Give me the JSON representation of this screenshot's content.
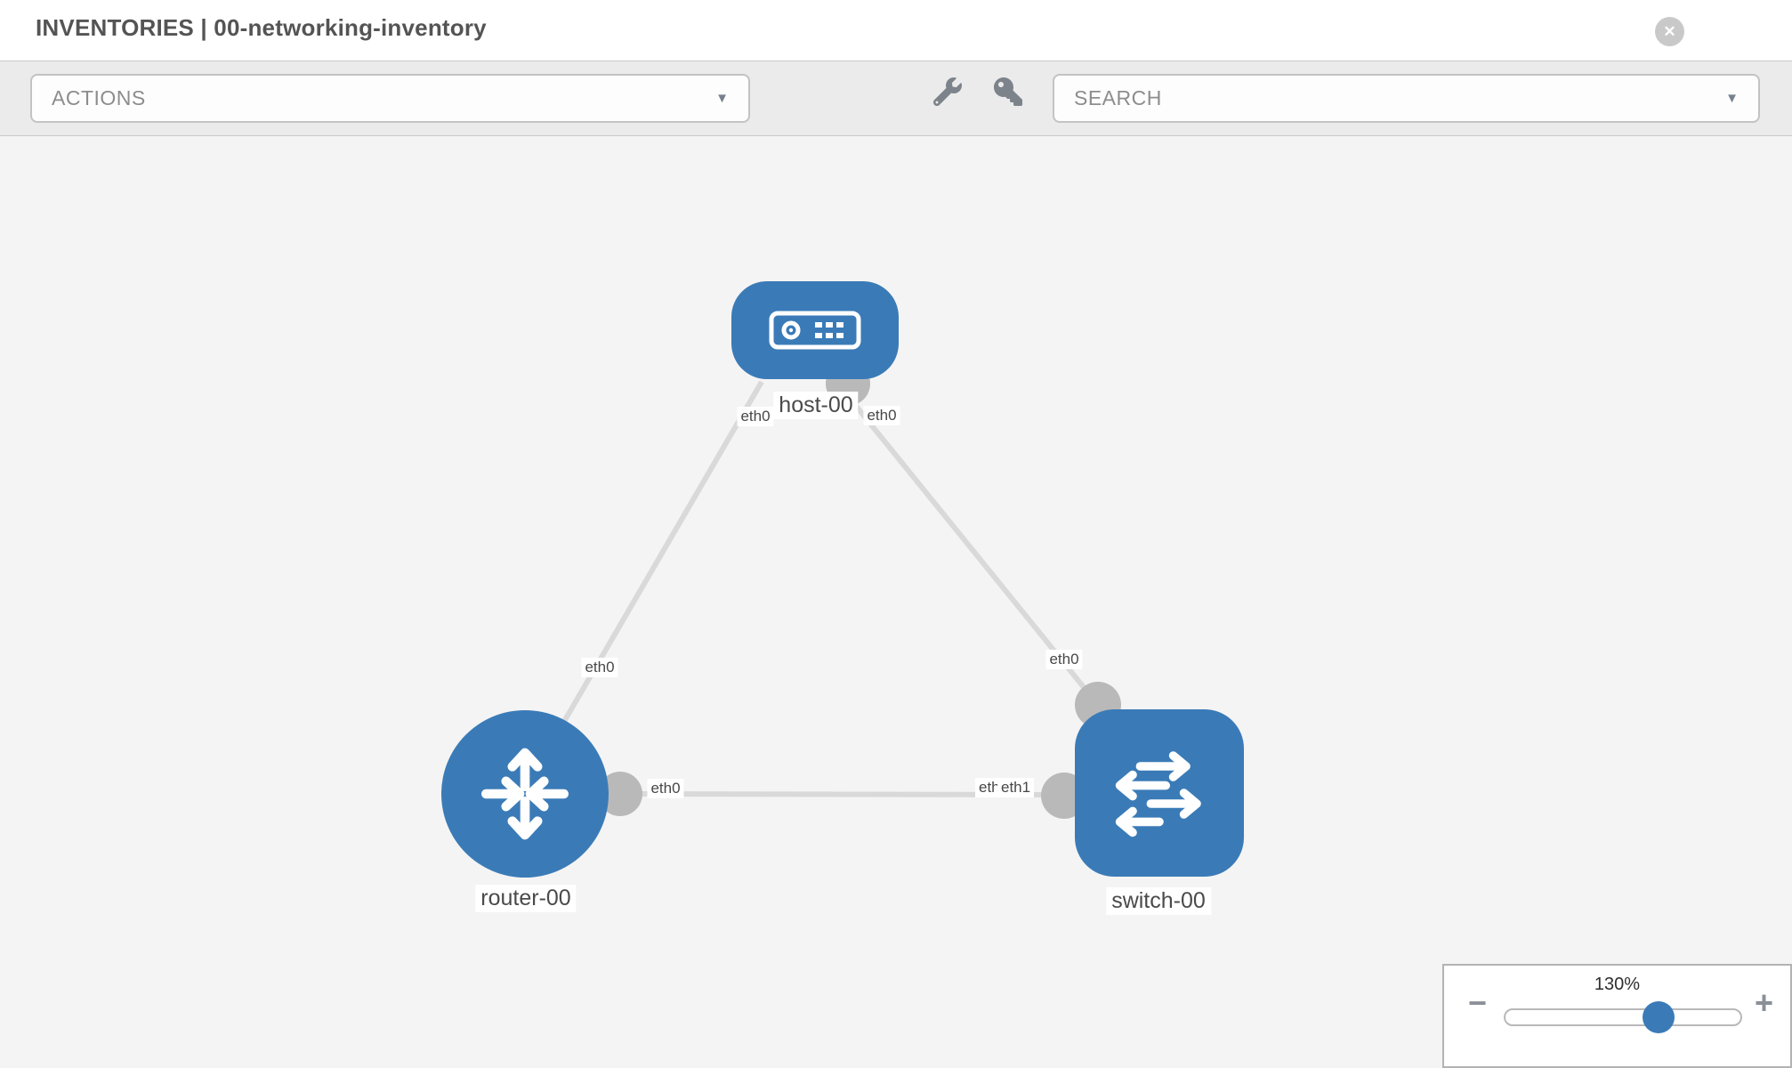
{
  "header": {
    "title": "INVENTORIES | 00-networking-inventory",
    "close_label": "✕"
  },
  "toolbar": {
    "actions_label": "ACTIONS",
    "search_label": "SEARCH",
    "caret": "▼"
  },
  "topology": {
    "nodes": [
      {
        "id": "host-00",
        "type": "host",
        "label": "host-00"
      },
      {
        "id": "router-00",
        "type": "router",
        "label": "router-00"
      },
      {
        "id": "switch-00",
        "type": "switch",
        "label": "switch-00"
      }
    ],
    "links": [
      {
        "from": "host-00",
        "to": "router-00",
        "from_interface": "eth0",
        "to_interface": "eth0"
      },
      {
        "from": "host-00",
        "to": "switch-00",
        "from_interface": "eth0",
        "to_interface": "eth0"
      },
      {
        "from": "router-00",
        "to": "switch-00",
        "from_interface": "eth0",
        "to_interface": "eth1"
      }
    ],
    "interface_labels": {
      "host_end_to_router": "eth0",
      "router_end_to_host": "eth0",
      "host_end_to_switch": "eth0",
      "switch_end_to_host": "eth0",
      "router_end_to_switch": "eth0",
      "switch_end_to_router_back": "eth0",
      "switch_end_to_router": "eth1"
    }
  },
  "zoom_control": {
    "level": "130%",
    "minus_label": "−",
    "plus_label": "+"
  },
  "colors": {
    "node_blue": "#3a7bb7",
    "link_gray": "#d9d9d9",
    "interface_dot_gray": "#b9b9b9",
    "toolbar_bg": "#ebebeb",
    "canvas_bg": "#f5f4f4"
  }
}
